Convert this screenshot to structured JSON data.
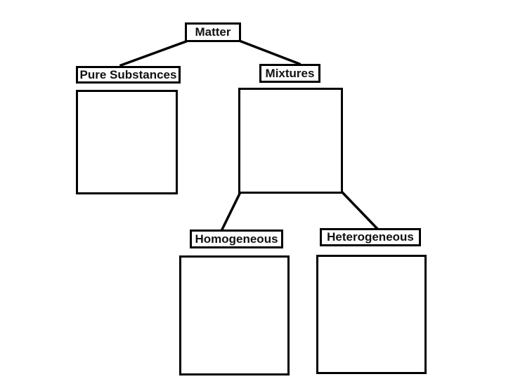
{
  "diagram": {
    "type": "concept-map",
    "topic": "Classification of Matter",
    "colors": {
      "background": "#ffffff",
      "line": "#000000",
      "text": "#111111"
    },
    "nodes": {
      "matter": {
        "label": "Matter"
      },
      "pure_substances": {
        "label": "Pure Substances"
      },
      "mixtures": {
        "label": "Mixtures"
      },
      "homogeneous": {
        "label": "Homogeneous"
      },
      "heterogeneous": {
        "label": "Heterogeneous"
      }
    },
    "edges": [
      {
        "from": "matter",
        "to": "pure_substances"
      },
      {
        "from": "matter",
        "to": "mixtures"
      },
      {
        "from": "mixtures",
        "to": "homogeneous"
      },
      {
        "from": "mixtures",
        "to": "heterogeneous"
      }
    ],
    "empty_boxes": [
      {
        "belongs_to": "pure_substances",
        "content": ""
      },
      {
        "belongs_to": "mixtures",
        "content": ""
      },
      {
        "belongs_to": "homogeneous",
        "content": ""
      },
      {
        "belongs_to": "heterogeneous",
        "content": ""
      }
    ]
  }
}
